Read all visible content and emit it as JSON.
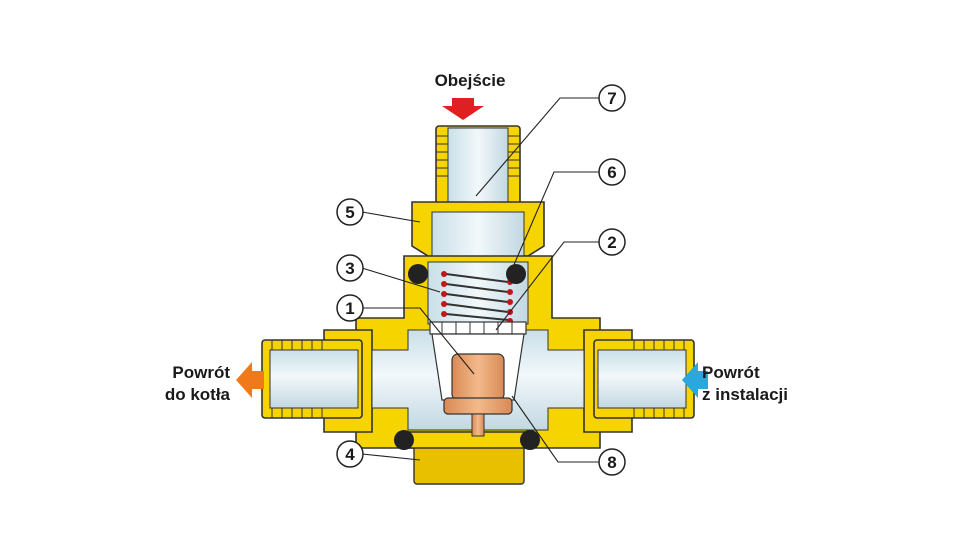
{
  "labels": {
    "bypass": "Obejście",
    "return_boiler_line1": "Powrót",
    "return_boiler_line2": "do kotła",
    "return_install_line1": "Powrót",
    "return_install_line2": "z instalacji"
  },
  "callouts": [
    "1",
    "2",
    "3",
    "4",
    "5",
    "6",
    "7",
    "8"
  ],
  "colors": {
    "brass": "#f5d400",
    "brass_dark": "#e8c000",
    "water": "#d6e8ef",
    "arrow_top": "#e02020",
    "arrow_left": "#f07a1a",
    "arrow_right": "#2aa7dc",
    "seal": "#222222",
    "element": "#e8a070"
  }
}
